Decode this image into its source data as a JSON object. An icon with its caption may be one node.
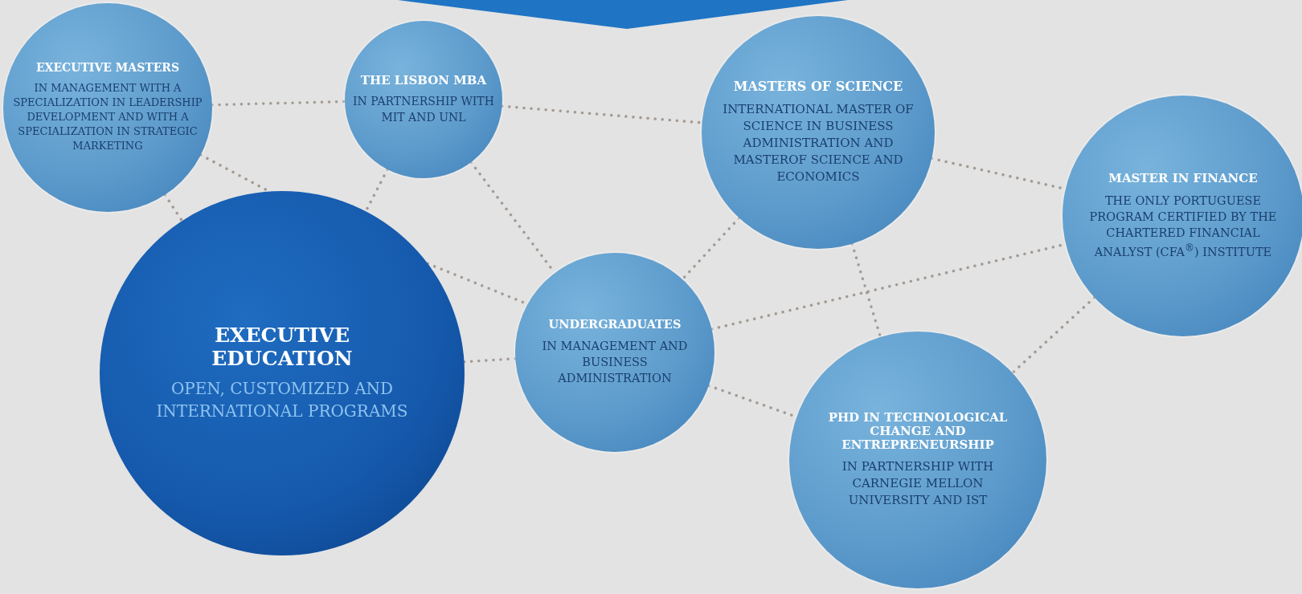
{
  "diagram": {
    "nodes": [
      {
        "text": [
          "EXECUTIVE MASTERS",
          "IN MANAGEMENT WITH A SPECIALIZATION IN LEADERSHIP DEVELOPMENT AND WITH A SPECIALIZATION IN STRATEGIC MARKETING"
        ]
      },
      {
        "text": [
          "THE LISBON MBA",
          "IN PARTNERSHIP WITH MIT AND UNL"
        ]
      },
      {
        "text": [
          "MASTERS OF SCIENCE",
          "INTERNATIONAL MASTER OF SCIENCE IN BUSINESS ADMINISTRATION AND MASTEROF SCIENCE AND ECONOMICS"
        ]
      },
      {
        "text": [
          "MASTER IN FINANCE",
          "THE ONLY PORTUGUESE PROGRAM CERTIFIED BY THE CHARTERED FINANCIAL ANALYST (CFA$^{®}$) INSTITUTE"
        ]
      },
      {
        "text": [
          "EXECUTIVE EDUCATION",
          "OPEN, CUSTOMIZED AND INTERNATIONAL PROGRAMS"
        ]
      },
      {
        "text": [
          "UNDERGRADUATES",
          "IN MANAGEMENT AND BUSINESS ADMINISTRATION"
        ]
      },
      {
        "text": [
          "PHD IN TECHNOLOGICAL CHANGE AND ENTREPRENEURSHIP",
          "IN PARTNERSHIP WITH CARNEGIE MELLON UNIVERSITY AND IST"
        ]
      },
      {
        "text": [],
        "shape": "triangle"
      }
    ],
    "edges": [
      {
        "from": 0,
        "to": 1,
        "arrow": "none"
      },
      {
        "from": 0,
        "to": 4,
        "arrow": "none"
      },
      {
        "from": 0,
        "to": 4,
        "arrow": "none"
      },
      {
        "from": 1,
        "to": 4,
        "arrow": "none"
      },
      {
        "from": 1,
        "to": 2,
        "arrow": "none"
      },
      {
        "from": 1,
        "to": 5,
        "arrow": "none"
      },
      {
        "from": 4,
        "to": 5,
        "arrow": "none"
      },
      {
        "from": 4,
        "to": 5,
        "arrow": "none"
      },
      {
        "from": 2,
        "to": 5,
        "arrow": "none"
      },
      {
        "from": 2,
        "to": 3,
        "arrow": "none"
      },
      {
        "from": 2,
        "to": 6,
        "arrow": "none"
      },
      {
        "from": 5,
        "to": 3,
        "arrow": "none"
      },
      {
        "from": 5,
        "to": 6,
        "arrow": "none"
      },
      {
        "from": 3,
        "to": 6,
        "arrow": "none"
      }
    ]
  }
}
